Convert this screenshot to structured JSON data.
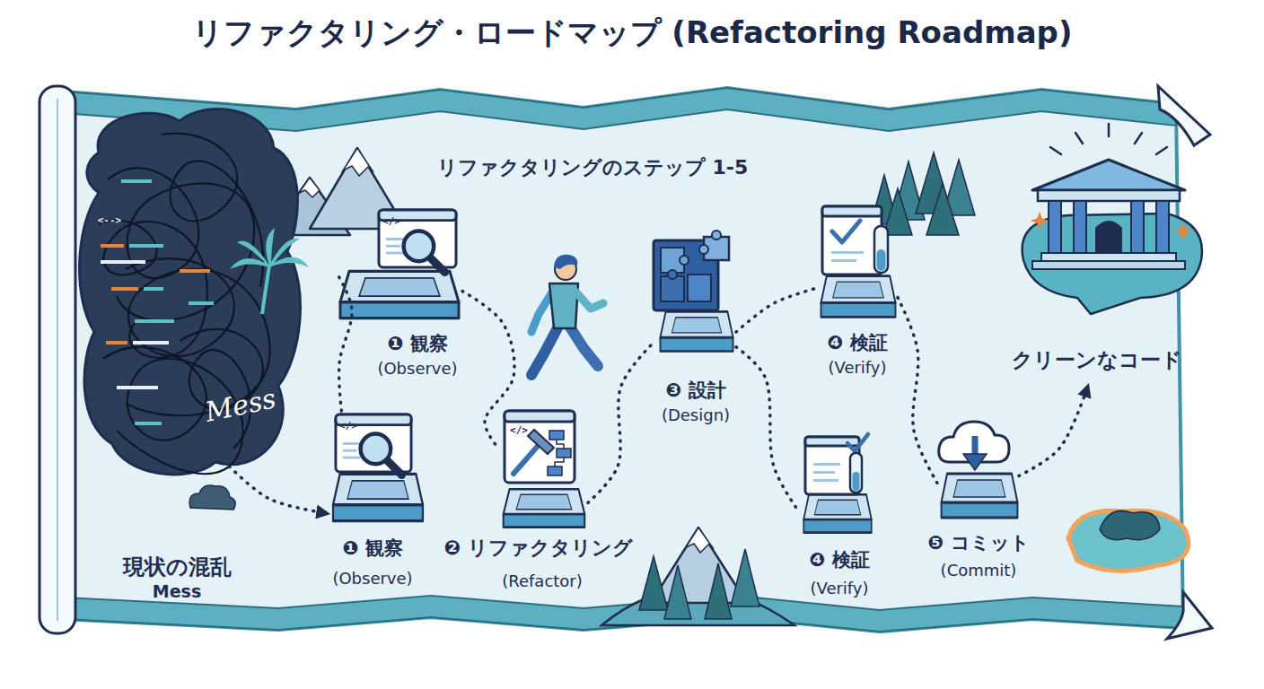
{
  "diagram": {
    "title": "リファクタリング・ロードマップ (Refactoring Roadmap)",
    "nodes": [
      {
        "text": [
          "現状の混乱",
          "Mess"
        ]
      },
      {
        "text": [
          "❶ 観察",
          "(Observe)"
        ]
      },
      {
        "text": [
          "❶ 観察",
          "(Observe)"
        ]
      },
      {
        "text": [
          "❷ リファクタリング",
          "(Refactor)"
        ]
      },
      {
        "text": [
          "❸ 設計",
          "(Design)"
        ]
      },
      {
        "text": [
          "❹ 検証",
          "(Verify)"
        ]
      },
      {
        "text": [
          "❹ 検証",
          "(Verify)"
        ]
      },
      {
        "text": [
          "❺ コミット",
          "(Commit)"
        ]
      },
      {
        "text": [
          "クリーンなコード"
        ]
      }
    ],
    "edges": [
      {
        "from": 0,
        "to": 2,
        "arrow": "to"
      },
      {
        "from": 2,
        "to": 1,
        "arrow": "none"
      },
      {
        "from": 1,
        "to": 3,
        "arrow": "none"
      },
      {
        "from": 3,
        "to": 4,
        "arrow": "none"
      },
      {
        "from": 4,
        "to": 5,
        "arrow": "none"
      },
      {
        "from": 4,
        "to": 6,
        "arrow": "none"
      },
      {
        "from": 5,
        "to": 7,
        "arrow": "none"
      },
      {
        "from": 7,
        "to": 8,
        "arrow": "to"
      }
    ],
    "labels": [
      "リファクタリングのステップ 1-5",
      "Mess",
      "</>",
      "</>",
      "</>",
      "<-->"
    ]
  }
}
